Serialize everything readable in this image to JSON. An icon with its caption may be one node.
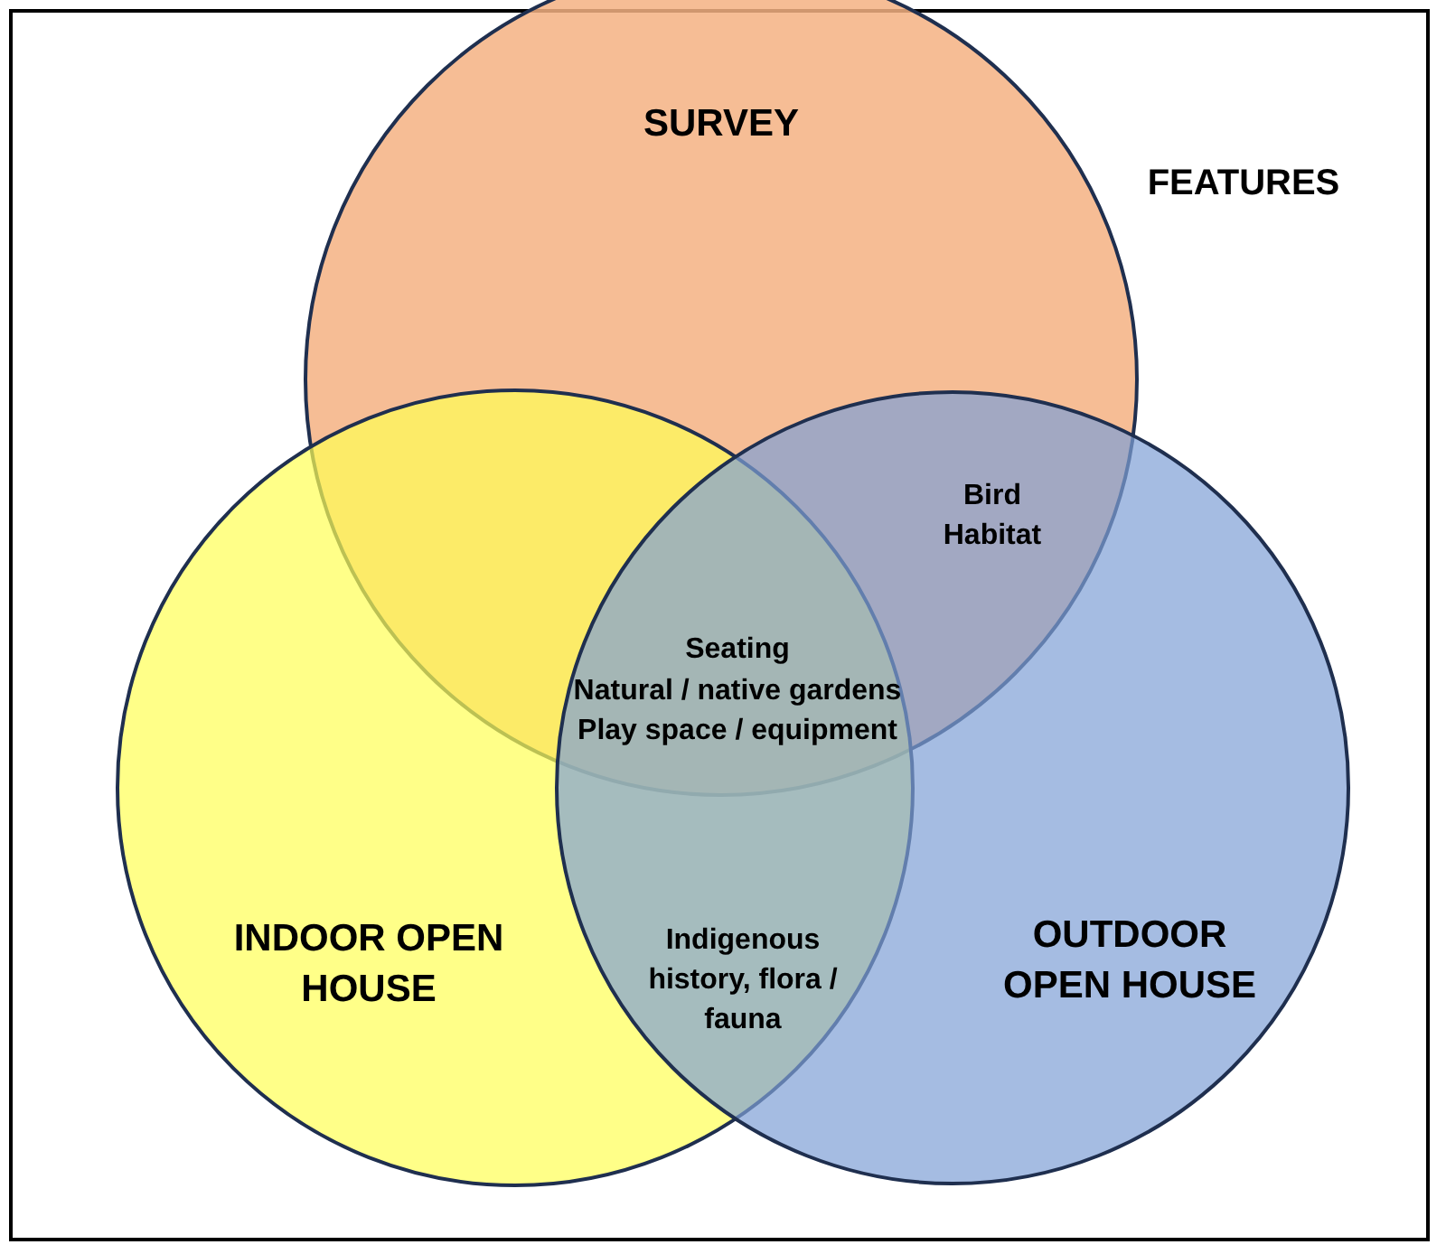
{
  "diagram": {
    "title": "FEATURES",
    "nodes": [
      {
        "text": [
          "SURVEY"
        ]
      },
      {
        "text": [
          "INDOOR OPEN HOUSE"
        ]
      },
      {
        "text": [
          "OUTDOOR OPEN HOUSE"
        ]
      }
    ],
    "labels": [
      "Bird Habitat",
      "Seating",
      "Natural / native gardens",
      "Play space / equipment",
      "Indigenous history, flora / fauna"
    ]
  }
}
